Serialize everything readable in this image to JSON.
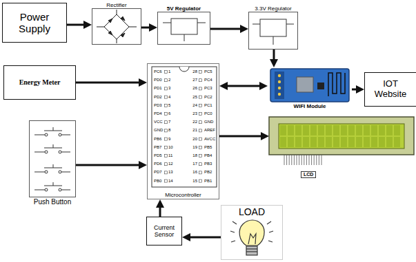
{
  "diagram": {
    "nodes": [
      {
        "text": [
          "Power Supply"
        ]
      },
      {
        "text": [
          "Rectifier"
        ]
      },
      {
        "text": [
          "5V Regulator"
        ]
      },
      {
        "text": [
          "3.3V Regulator"
        ]
      },
      {
        "text": [
          "Energy Meter"
        ]
      },
      {
        "text": [
          "Microcontroller"
        ]
      },
      {
        "text": [
          "WIFI Module"
        ]
      },
      {
        "text": [
          "IOT Website"
        ]
      },
      {
        "text": [
          "Push Button"
        ]
      },
      {
        "text": [
          "LCD"
        ]
      },
      {
        "text": [
          "LOAD"
        ]
      },
      {
        "text": [
          "Current Sensor"
        ]
      }
    ],
    "edges": [
      {
        "from": 0,
        "to": 1,
        "arrow": "to"
      },
      {
        "from": 1,
        "to": 2,
        "arrow": "to"
      },
      {
        "from": 2,
        "to": 3,
        "arrow": "to"
      },
      {
        "from": 3,
        "to": 6,
        "arrow": "to"
      },
      {
        "from": 4,
        "to": 5,
        "arrow": "to"
      },
      {
        "from": 5,
        "to": 6,
        "arrow": "both"
      },
      {
        "from": 6,
        "to": 7,
        "arrow": "to"
      },
      {
        "from": 8,
        "to": 5,
        "arrow": "to"
      },
      {
        "from": 5,
        "to": 9,
        "arrow": "to"
      },
      {
        "from": 11,
        "to": 5,
        "arrow": "to"
      },
      {
        "from": 10,
        "to": 11,
        "arrow": "to"
      }
    ],
    "labels": [
      "PC6",
      "1",
      "28",
      "PC5",
      "PD0",
      "2",
      "27",
      "PC4",
      "PD1",
      "3",
      "26",
      "PC3",
      "PD2",
      "4",
      "25",
      "PC2",
      "PD3",
      "5",
      "24",
      "PC1",
      "PD4",
      "6",
      "23",
      "PC0",
      "VCC",
      "7",
      "22",
      "GND",
      "GND",
      "8",
      "21",
      "AREF",
      "PB6",
      "9",
      "20",
      "AVCC",
      "PB7",
      "10",
      "19",
      "PB5",
      "PD5",
      "11",
      "18",
      "PB4",
      "PD6",
      "12",
      "17",
      "PB3",
      "PD7",
      "13",
      "16",
      "PB2",
      "PB0",
      "14",
      "15",
      "PB1"
    ]
  }
}
